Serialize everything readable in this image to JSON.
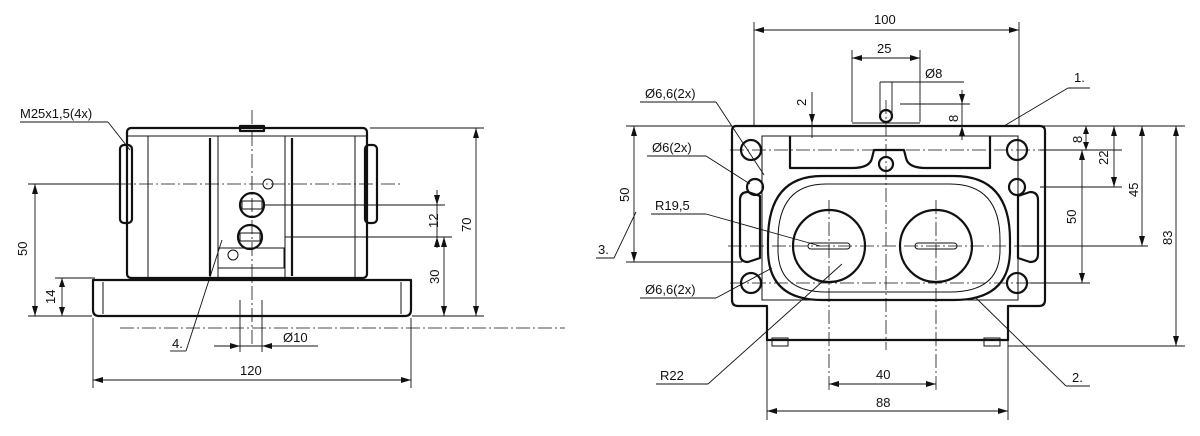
{
  "side_view": {
    "thread": "M25x1,5(4x)",
    "dim_120": "120",
    "dim_70": "70",
    "dim_50": "50",
    "dim_30": "30",
    "dim_14": "14",
    "dim_12": "12",
    "dim_phi10": "Ø10",
    "callout_4": "4."
  },
  "front_view": {
    "dim_100": "100",
    "dim_25": "25",
    "dim_phi8": "Ø8",
    "dim_2": "2",
    "dim_8_top": "8",
    "dim_8_right": "8",
    "dim_22": "22",
    "dim_45": "45",
    "dim_50_right": "50",
    "dim_83": "83",
    "dim_50_left": "50",
    "dim_40": "40",
    "dim_88": "88",
    "hole_66_top": "Ø6,6(2x)",
    "hole_6": "Ø6(2x)",
    "hole_66_bottom": "Ø6,6(2x)",
    "radius_195": "R19,5",
    "radius_22": "R22",
    "callout_1": "1.",
    "callout_2": "2.",
    "callout_3": "3."
  }
}
